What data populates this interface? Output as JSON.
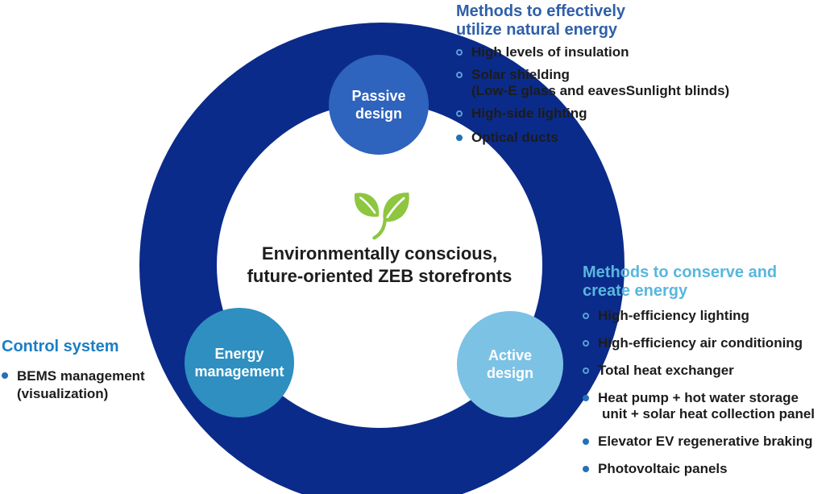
{
  "colors": {
    "outer_ring": "#0b2b8a",
    "inner_circle": "#ffffff",
    "passive_circle": "#2e63be",
    "energy_circle": "#2e8fc0",
    "active_circle": "#7cc2e5",
    "leaf_green": "#8dc63f",
    "heading_natural_energy": "#2f5fa9",
    "heading_conserve_create": "#58b7dd",
    "heading_control_system": "#1b7ec5",
    "body_text": "#1c1c1c",
    "bullet_dot": "#2470b8",
    "bullet_ring": "#5a9fd8"
  },
  "center": {
    "title_line1": "Environmentally conscious,",
    "title_line2": "future-oriented ZEB storefronts"
  },
  "circles": {
    "passive": {
      "line1": "Passive",
      "line2": "design"
    },
    "energy": {
      "line1": "Energy",
      "line2": "management"
    },
    "active": {
      "line1": "Active",
      "line2": "design"
    }
  },
  "sections": {
    "natural": {
      "heading_line1": "Methods to effectively",
      "heading_line2": "utilize natural energy",
      "items": [
        {
          "line1": "High levels of insulation",
          "marker": "ring"
        },
        {
          "line1": "Solar shielding",
          "line2": "(Low-E glass and eavesSunlight blinds)",
          "marker": "ring"
        },
        {
          "line1": "High-side lighting",
          "marker": "ring"
        },
        {
          "line1": "Optical ducts",
          "marker": "dot"
        }
      ]
    },
    "conserve": {
      "heading_line1": "Methods to conserve and",
      "heading_line2": "create energy",
      "items": [
        {
          "line1": "High-efficiency lighting",
          "marker": "ring"
        },
        {
          "line1": "High-efficiency air conditioning",
          "marker": "ring"
        },
        {
          "line1": "Total heat exchanger",
          "marker": "ring"
        },
        {
          "line1": "Heat pump + hot water storage",
          "line2": "unit + solar heat collection panel",
          "marker": "dot"
        },
        {
          "line1": "Elevator EV regenerative braking",
          "marker": "dot"
        },
        {
          "line1": "Photovoltaic panels",
          "marker": "dot"
        }
      ]
    },
    "control": {
      "heading": "Control system",
      "items": [
        {
          "line1": "BEMS management",
          "line2": "(visualization)",
          "marker": "dot"
        }
      ]
    }
  }
}
